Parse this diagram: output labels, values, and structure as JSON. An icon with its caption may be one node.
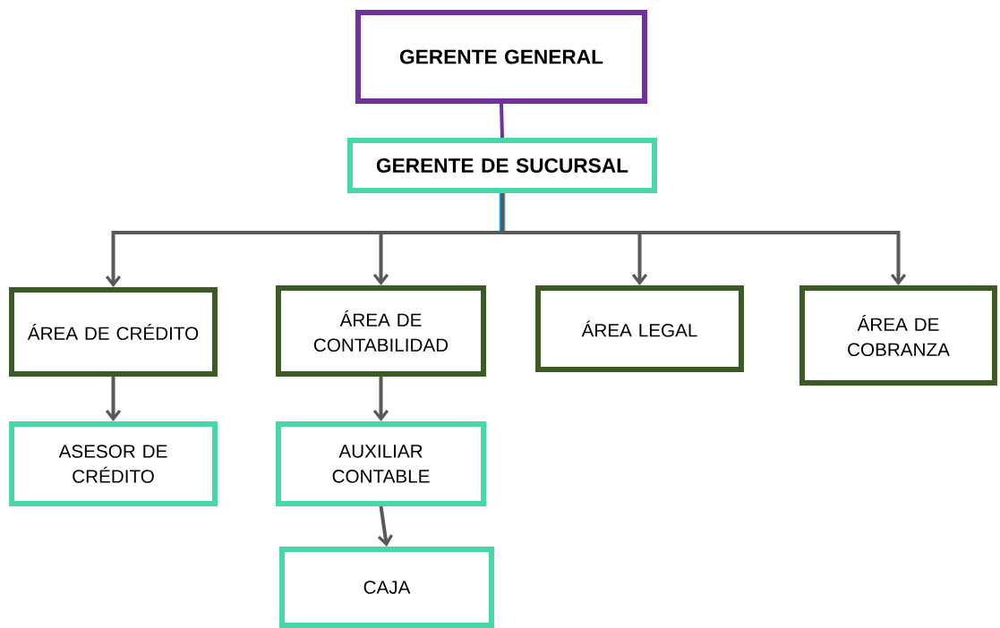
{
  "diagram": {
    "nodes": [
      {
        "text": [
          "GERENTE GENERAL"
        ]
      },
      {
        "text": [
          "GERENTE DE SUCURSAL"
        ]
      },
      {
        "text": [
          "ÁREA DE CRÉDITO"
        ]
      },
      {
        "text": [
          "ÁREA DE CONTABILIDAD"
        ]
      },
      {
        "text": [
          "ÁREA LEGAL"
        ]
      },
      {
        "text": [
          "ÁREA DE COBRANZA"
        ]
      },
      {
        "text": [
          "ASESOR DE CRÉDITO"
        ]
      },
      {
        "text": [
          "AUXILIAR CONTABLE"
        ]
      },
      {
        "text": [
          "CAJA"
        ]
      }
    ],
    "edges": [
      {
        "from": 0,
        "to": 1,
        "arrow": "none",
        "color": "#7030a0"
      },
      {
        "from": 1,
        "to": 2,
        "arrow": "to"
      },
      {
        "from": 1,
        "to": 3,
        "arrow": "to"
      },
      {
        "from": 1,
        "to": 4,
        "arrow": "to"
      },
      {
        "from": 1,
        "to": 5,
        "arrow": "to"
      },
      {
        "from": 2,
        "to": 6,
        "arrow": "to"
      },
      {
        "from": 3,
        "to": 7,
        "arrow": "to"
      },
      {
        "from": 7,
        "to": 8,
        "arrow": "to"
      }
    ]
  }
}
